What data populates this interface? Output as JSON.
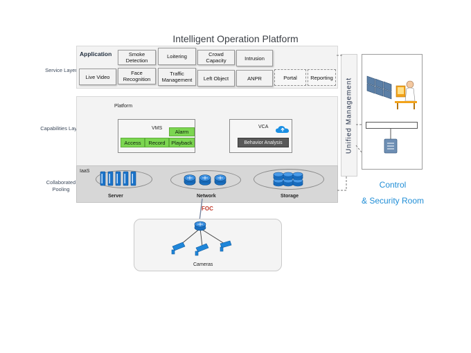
{
  "title": "Intelligent Operation Platform",
  "rows": {
    "service": "Service Layer",
    "capabilities": "Capabilities Layer",
    "pooling": "Collaborated Pooling"
  },
  "service": {
    "application": "Application",
    "smoke": "Smoke Detection",
    "loitering": "Loitering",
    "crowd": "Crowd Capacity",
    "intrusion": "Intrusion",
    "live": "Live Video",
    "face": "Face Recognition",
    "traffic": "Traffic Management",
    "left_object": "Left Object",
    "anpr": "ANPR",
    "portal": "Portal",
    "reporting": "Reporting"
  },
  "capabilities": {
    "platform": "Platform",
    "vms": "VMS",
    "alarm": "Alarm",
    "access": "Access",
    "record": "Record",
    "playback": "Playback",
    "vca": "VCA",
    "behavior": "Behavior Analysis"
  },
  "pooling": {
    "iaas": "IaaS",
    "server": "Server",
    "network": "Network",
    "storage": "Storage"
  },
  "foc": "FOC",
  "cameras": "Cameras",
  "unified": "Unified Management",
  "control": [
    "Control",
    "& Security Room"
  ],
  "colors": {
    "green": "#7cd651",
    "blue_icon": "#1a73c9",
    "foc": "#c0392b",
    "control": "#1f8dd6"
  },
  "icons": [
    "server-icon",
    "router-icon",
    "storage-disk-icon",
    "cloud-icon",
    "camera-icon",
    "video-wall-icon",
    "operator-icon",
    "switch-icon"
  ]
}
